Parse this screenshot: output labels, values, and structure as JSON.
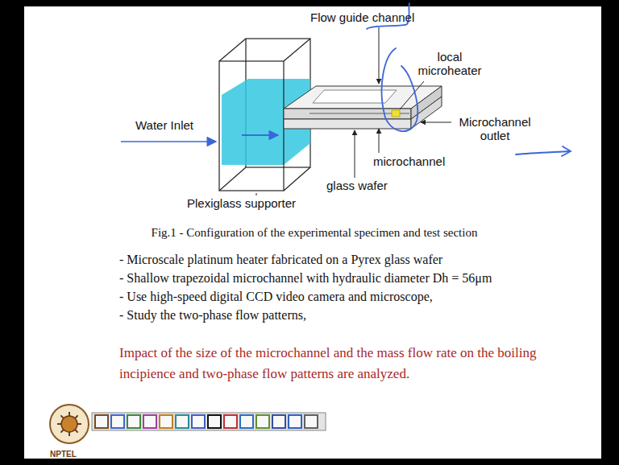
{
  "diagram": {
    "caption": "Fig.1 - Configuration of the experimental specimen and test section",
    "labels": [
      "Flow guide channel",
      "local microheater",
      "Water Inlet",
      "Microchannel outlet",
      "microchannel",
      "glass wafer",
      "Plexiglass supporter",
      "- Microscale platinum heater fabricated on a Pyrex glass wafer",
      "- Shallow trapezoidal microchannel with hydraulic diameter Dh = 56μm",
      "- Use high-speed digital CCD video camera and microscope,",
      "- Study the two-phase flow patterns,",
      "Impact of the size of the microchannel and the mass flow rate on the boiling incipience and two-phase flow patterns are analyzed.",
      "NPTEL"
    ]
  }
}
